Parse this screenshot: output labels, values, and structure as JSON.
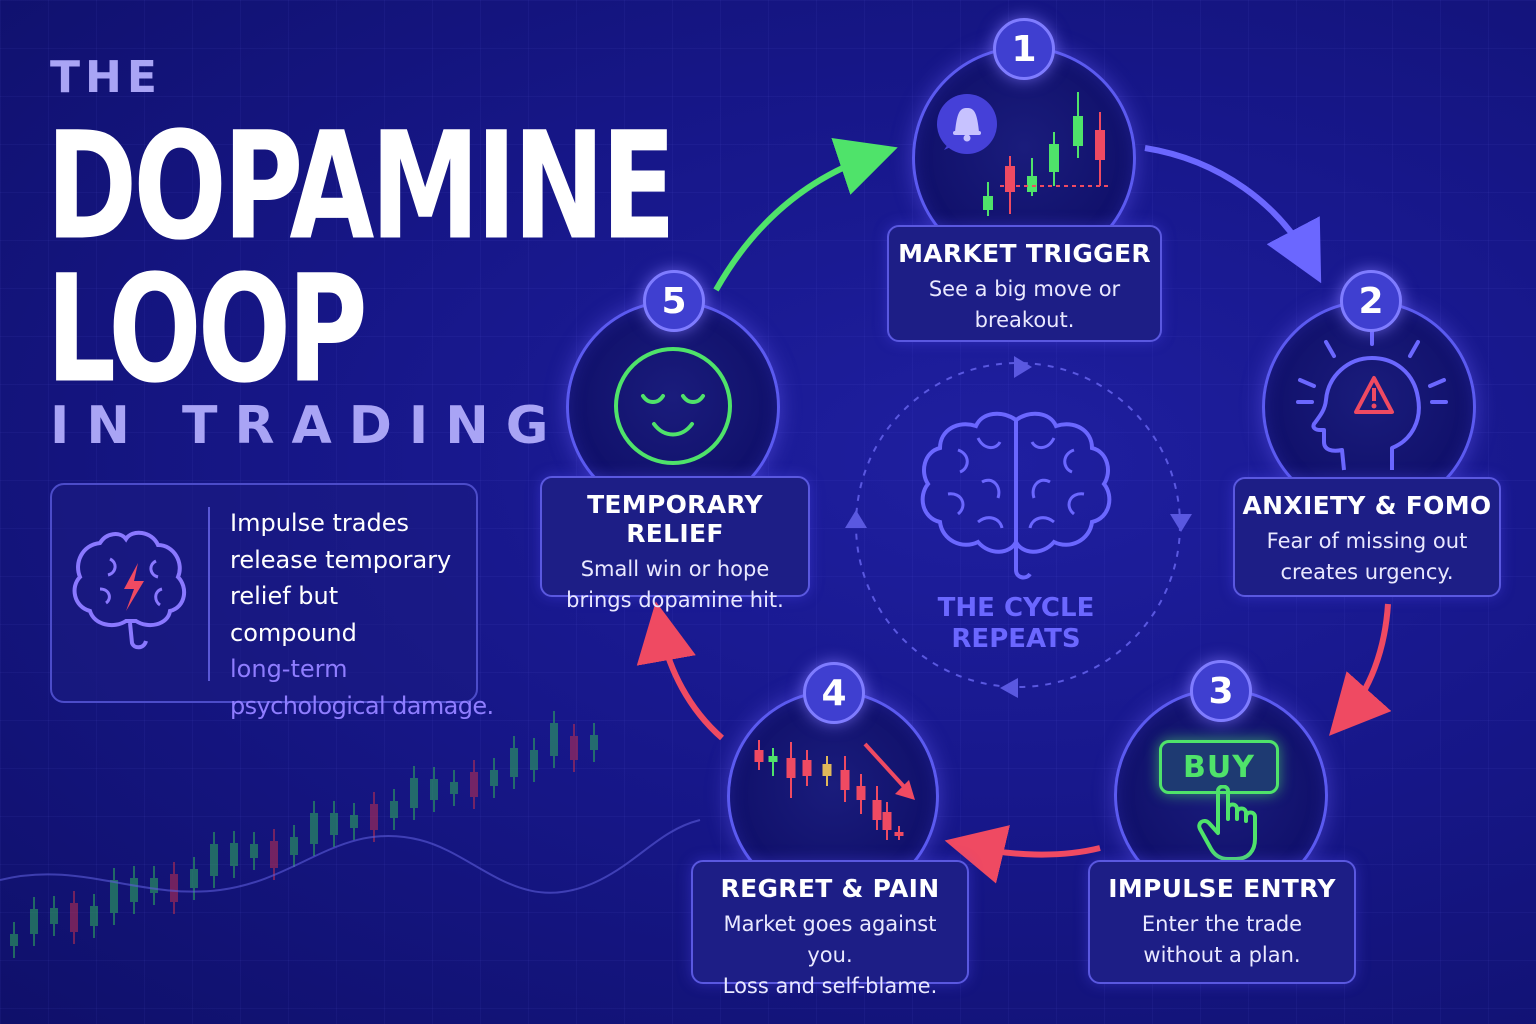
{
  "title": {
    "the": "THE",
    "line1": "DOPAMINE",
    "line2": "LOOP",
    "subtitle": "IN TRADING"
  },
  "info": {
    "text_lines": [
      "Impulse trades",
      "release temporary",
      "relief but compound"
    ],
    "highlight_lines": [
      "long-term",
      "psychological damage."
    ]
  },
  "steps": [
    {
      "number": "1",
      "title": "MARKET TRIGGER",
      "desc_lines": [
        "See a big move or",
        "breakout."
      ],
      "icon": "candlestick-bell-icon"
    },
    {
      "number": "2",
      "title": "ANXIETY & FOMO",
      "desc_lines": [
        "Fear of missing out",
        "creates urgency."
      ],
      "icon": "head-warning-icon"
    },
    {
      "number": "3",
      "title": "IMPULSE ENTRY",
      "desc_lines": [
        "Enter the trade",
        "without a plan."
      ],
      "icon": "buy-button-hand-icon",
      "icon_text": "BUY"
    },
    {
      "number": "4",
      "title": "REGRET & PAIN",
      "desc_lines": [
        "Market goes against you.",
        "Loss and self-blame."
      ],
      "icon": "falling-candles-icon"
    },
    {
      "number": "5",
      "title": "TEMPORARY RELIEF",
      "desc_lines": [
        "Small win or hope",
        "brings dopamine hit."
      ],
      "icon": "smiley-face-icon"
    }
  ],
  "center": {
    "line1": "THE CYCLE",
    "line2": "REPEATS",
    "icon": "brain-icon"
  },
  "colors": {
    "background": "#17178a",
    "accent_purple": "#6b67ff",
    "green": "#4fe36a",
    "red": "#ef4a62",
    "highlight": "#8f7dff"
  }
}
